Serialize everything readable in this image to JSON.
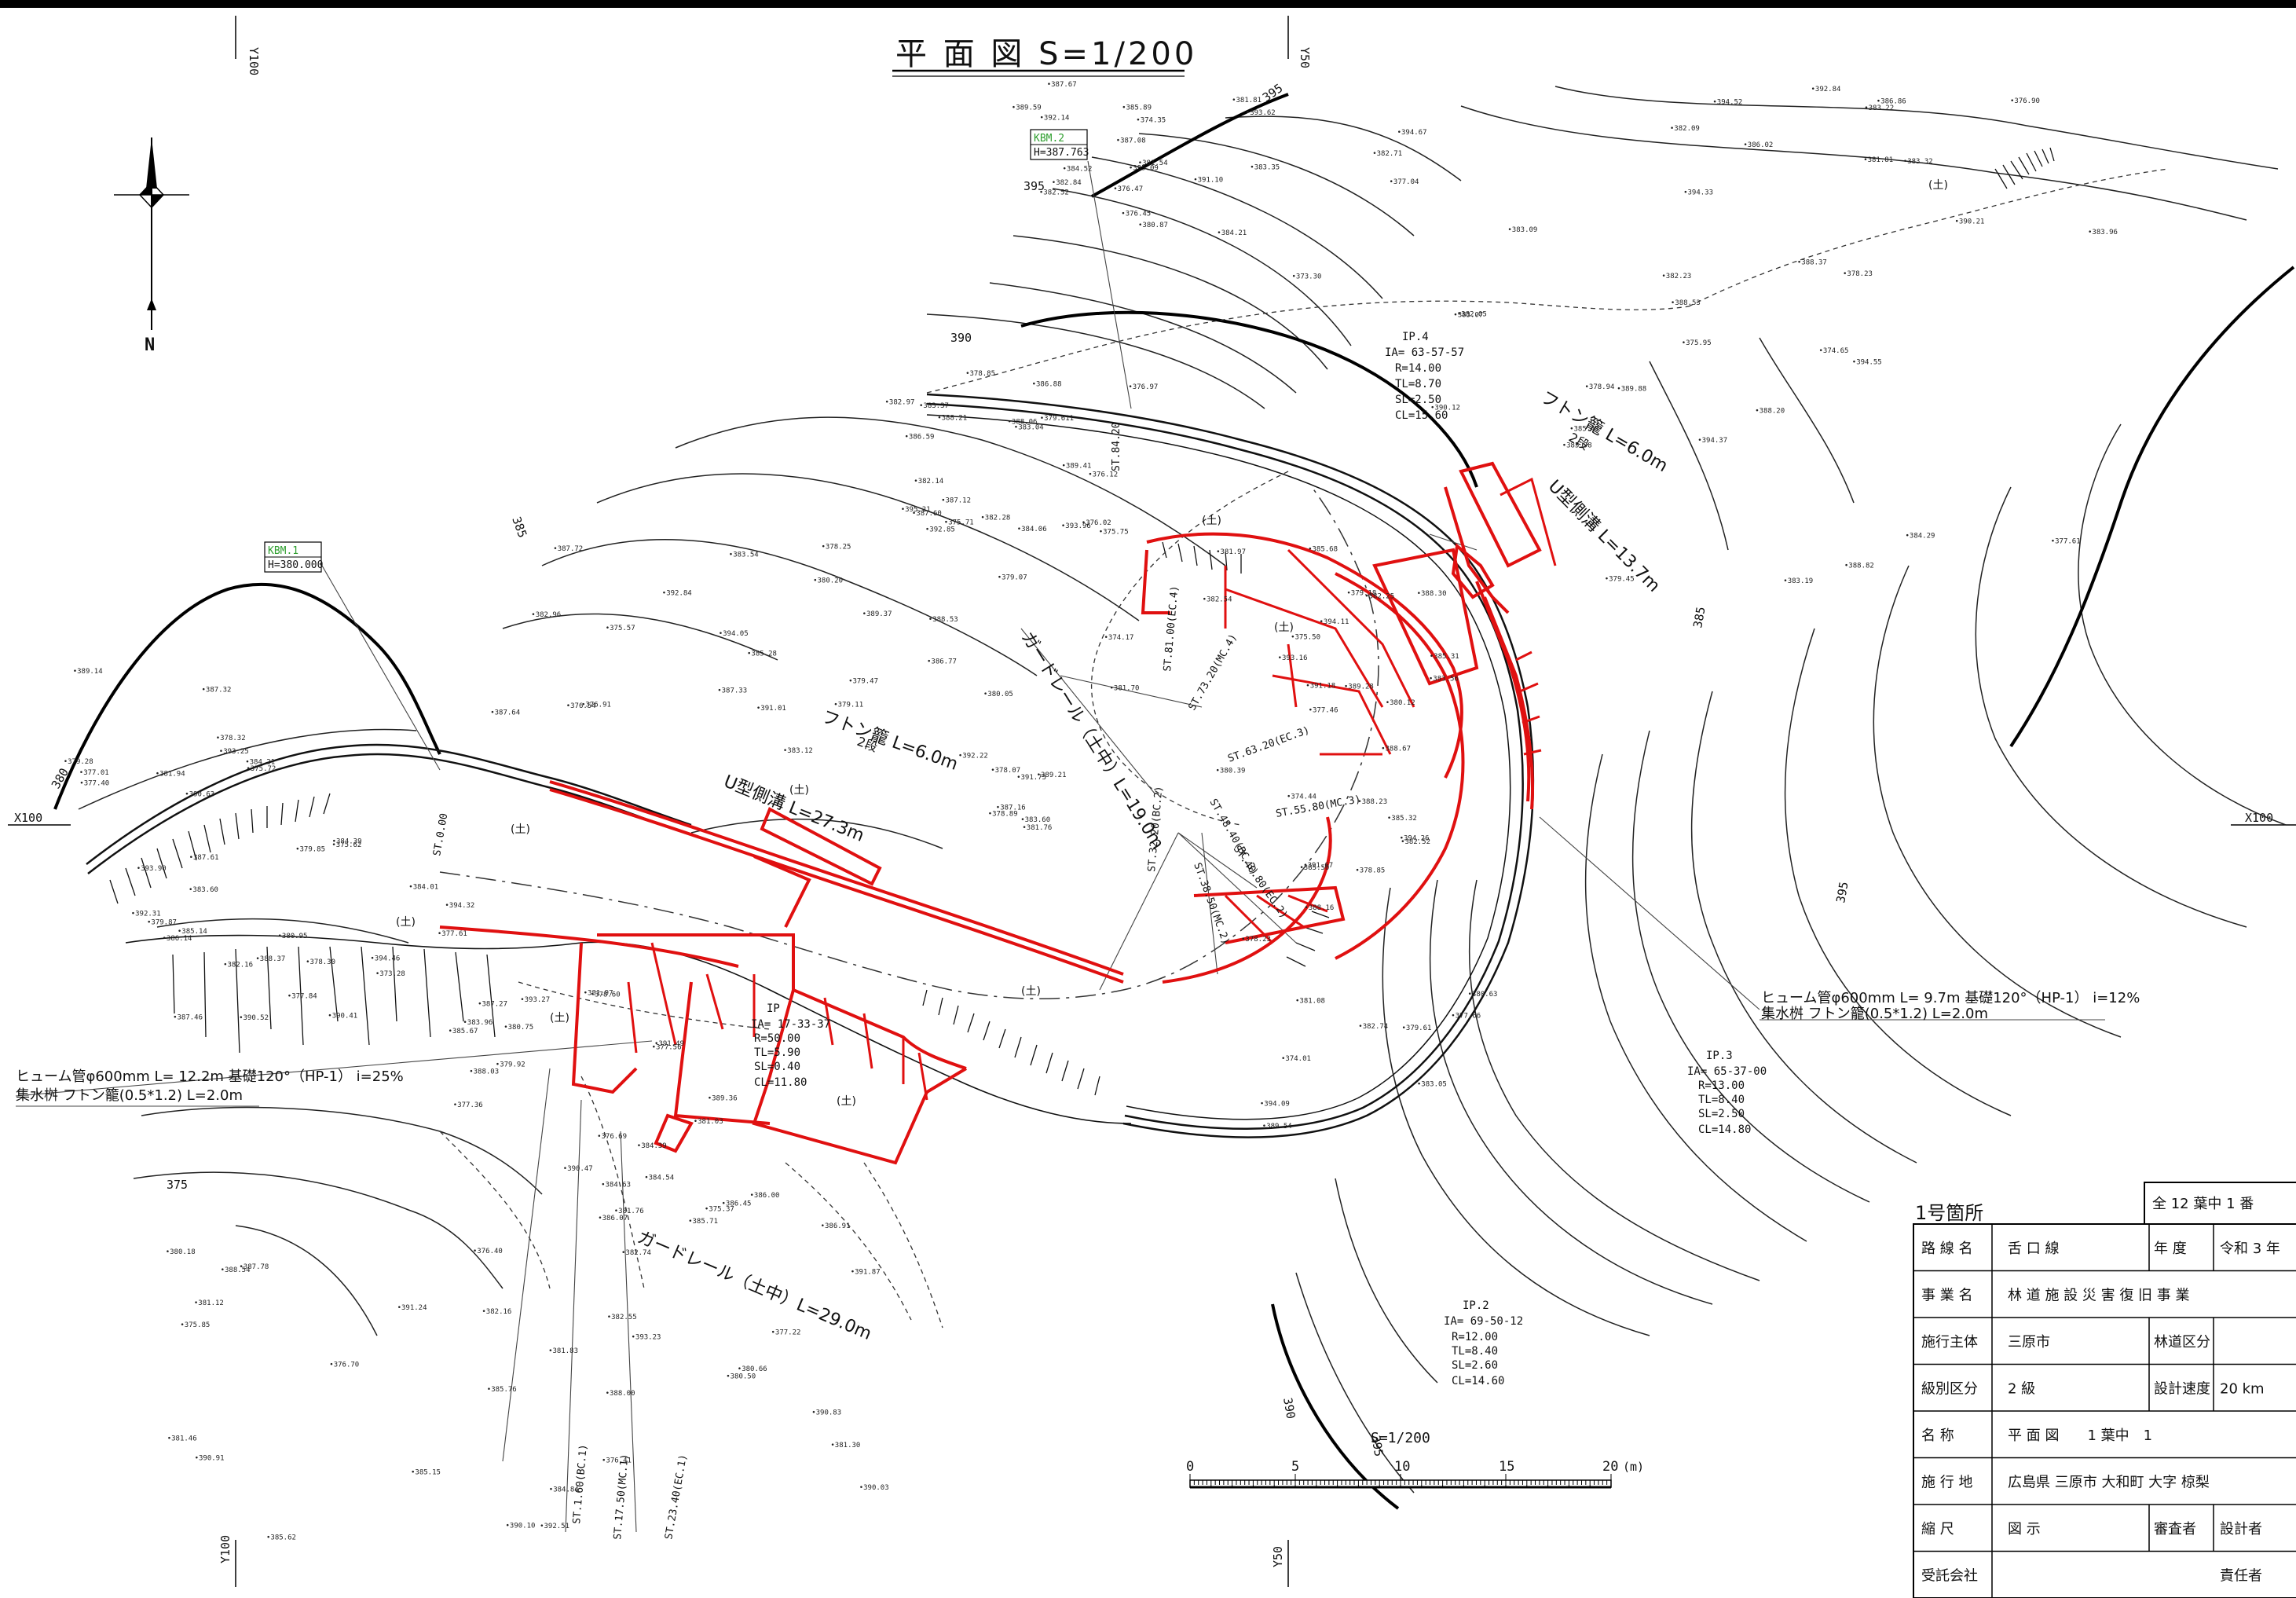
{
  "title": "平 面 図 S=1/200",
  "north": "N",
  "grid": {
    "y100_top": "Y100",
    "y50_top": "Y50",
    "y100_bottom": "Y100",
    "y50_bottom": "Y50",
    "x100_left": "X100",
    "x100_right": "X100"
  },
  "benchmarks": [
    {
      "id": "KBM.2",
      "h": "H=387.763"
    },
    {
      "id": "KBM.1",
      "h": "H=380.000"
    }
  ],
  "contour_labels": [
    "395",
    "390",
    "385",
    "380",
    "375",
    "395",
    "390",
    "395",
    "395",
    "385"
  ],
  "ip_data": [
    {
      "name": "IP.4",
      "lines": [
        "IP.4",
        "IA= 63-57-57",
        "R=14.00",
        "TL=8.70",
        "SL=2.50",
        "CL=15.60"
      ]
    },
    {
      "name": "IP.3",
      "lines": [
        "IP.3",
        "IA= 65-37-00",
        "R=13.00",
        "TL=8.40",
        "SL=2.50",
        "CL=14.80"
      ]
    },
    {
      "name": "IP.2",
      "lines": [
        "IP.2",
        "IA= 69-50-12",
        "R=12.00",
        "TL=8.40",
        "SL=2.60",
        "CL=14.60"
      ]
    },
    {
      "name": "IP",
      "lines": [
        "IP",
        "IA= 17-33-37",
        "R=50.00",
        "TL=5.90",
        "SL=0.40",
        "CL=11.80"
      ]
    }
  ],
  "annotations": {
    "futon_1": "フトン籠 L=6.0m",
    "futon_1_sub": "2段",
    "u_ditch_1": "U型側溝 L=27.3m",
    "guardrail_1": "ガードレール（土中）L=19.0m",
    "futon_2": "フトン籠 L=6.0m",
    "futon_2_sub": "2段",
    "u_ditch_2": "U型側溝 L=13.7m",
    "guardrail_2": "ガードレール（土中）L=29.0m",
    "pipe_right_1": "ヒューム管φ600mm L= 9.7m 基礎120°（HP-1） i=12%",
    "pipe_right_2": "集水桝 フトン籠(0.5*1.2) L=2.0m",
    "pipe_left_1": "ヒューム管φ600mm L= 12.2m 基礎120°（HP-1） i=25%",
    "pipe_left_2": "集水桝 フトン籠(0.5*1.2) L=2.0m",
    "soil": "(土)"
  },
  "stations": [
    "ST.0.00",
    "ST.81.00(EC.4)",
    "ST.73.20(MC.4)",
    "ST.63.20(EC.3)",
    "ST.55.80(MC.3)",
    "ST.48.40(BC.3)",
    "ST.40.80(EC.2)",
    "ST.38.50(MC.2)",
    "ST.32.20(BC.2)",
    "ST.1.60(BC.1)",
    "ST.17.50(MC.1)",
    "ST.23.40(EC.1)",
    "ST.84.20"
  ],
  "spot_heights": [
    "395.09",
    "394.67",
    "394.37",
    "395.21",
    "394.05",
    "393.90",
    "393.96",
    "394.11",
    "394.26",
    "394.46",
    "393.27",
    "392.51",
    "393.23",
    "393.62",
    "394.33",
    "394.55",
    "392.85",
    "392.84",
    "393.25",
    "392.22",
    "393.16",
    "394.09",
    "390.52",
    "391.49",
    "391.24",
    "390.83",
    "392.14",
    "394.52",
    "390.12",
    "389.41",
    "389.37",
    "390.63",
    "391.75",
    "391.18",
    "391.67",
    "394.32",
    "390.47",
    "390.10",
    "390.03",
    "391.10",
    "392.84",
    "389.88",
    "388.21",
    "391.01",
    "392.31",
    "388.53",
    "389.28",
    "389.54",
    "390.41",
    "389.36",
    "390.91",
    "391.87",
    "389.59",
    "390.21",
    "388.82",
    "387.12",
    "387.72",
    "389.14",
    "389.21",
    "388.30",
    "388.23",
    "388.37",
    "388.03",
    "387.78",
    "386.91",
    "387.67",
    "386.86",
    "388.53",
    "388.06",
    "387.64",
    "387.61",
    "387.16",
    "388.67",
    "388.16",
    "387.46",
    "387.27",
    "388.54",
    "388.00",
    "387.08",
    "388.37",
    "388.20",
    "387.60",
    "385.28",
    "384.39",
    "383.60",
    "383.56",
    "382.74",
    "383.96",
    "385.71",
    "385.15",
    "386.45",
    "383.35",
    "383.32",
    "384.29",
    "383.04",
    "379.11",
    "379.28",
    "381.76",
    "382.25",
    "382.52",
    "382.16",
    "381.97",
    "381.83",
    "382.55",
    "382.84",
    "383.09",
    "379.45",
    "379.611",
    "380.20",
    "381.94",
    "381.70",
    "382.54",
    "378.85",
    "378.30",
    "378.60",
    "381.46",
    "380.50",
    "381.81",
    "382.09",
    "382.23",
    "382.14",
    "378.25",
    "378.32",
    "379.07",
    "380.12",
    "381.08",
    "380.75",
    "381.76",
    "382.16",
    "382.74",
    "382.52",
    "378.23",
    "378.94",
    "378.85",
    "379.47",
    "379.85",
    "380.05",
    "380.39",
    "380.63",
    "380.95",
    "381.03",
    "381.12",
    "381.30",
    "381.54",
    "381.81",
    "382.05",
    "382.28",
    "383.12",
    "383.60",
    "384.06",
    "385.31",
    "385.50",
    "386.14",
    "386.07",
    "385.76",
    "386.00",
    "385.89",
    "386.02",
    "385.98",
    "386.88",
    "387.33",
    "387.32",
    "386.77",
    "385.68",
    "385.32",
    "385.14",
    "384.39",
    "384.84",
    "384.54",
    "384.21",
    "383.96",
    "383.19",
    "382.97",
    "383.54",
    "384.21",
    "378.89",
    "379.18",
    "379.61",
    "379.87",
    "379.92",
    "380.18",
    "380.66",
    "380.87",
    "382.71",
    "383.07",
    "383.37",
    "382.96",
    "377.01",
    "378.07",
    "377.46",
    "377.66",
    "377.84",
    "377.56",
    "376.40",
    "377.22",
    "376.45",
    "377.04",
    "375.95",
    "376.12",
    "376.54",
    "377.40",
    "376.02",
    "375.50",
    "378.23",
    "377.61",
    "377.36",
    "376.70",
    "376.41",
    "376.47",
    "376.90",
    "377.61",
    "376.97",
    "375.57",
    "375.62",
    "374.17",
    "374.44",
    "374.01",
    "373.28",
    "376.69",
    "375.85",
    "375.37",
    "374.35",
    "373.30",
    "374.65",
    "375.71",
    "376.91",
    "375.72",
    "375.75",
    "381.97",
    "383.05",
    "384.01",
    "385.67",
    "385.62",
    "384.63",
    "384.52",
    "383.22",
    "385.47",
    "386.59"
  ],
  "scale_bar": {
    "title": "S=1/200",
    "ticks": [
      "0",
      "5",
      "10",
      "15",
      "20"
    ],
    "unit": "(m)"
  },
  "title_block": {
    "site": "1号箇所",
    "sheet_count": "全 12 葉中 1 番",
    "rows": [
      {
        "k": "路 線 名",
        "v": "舌 口 線",
        "k2": "年 度",
        "v2": "令和 3 年"
      },
      {
        "k": "事 業 名",
        "v": "林 道 施 設 災 害 復 旧 事 業",
        "k2": "",
        "v2": ""
      },
      {
        "k": "施行主体",
        "v": "三原市",
        "k2": "林道区分",
        "v2": ""
      },
      {
        "k": "級別区分",
        "v": "2 級",
        "k2": "設計速度",
        "v2": "20 km"
      },
      {
        "k": "名 称",
        "v": "平 面 図　　1 葉中　1",
        "k2": "",
        "v2": ""
      },
      {
        "k": "施 行 地",
        "v": "広島県 三原市 大和町 大字 椋梨",
        "k2": "",
        "v2": ""
      },
      {
        "k": "縮 尺",
        "v": "図 示",
        "k2": "審査者",
        "v2": "設計者"
      },
      {
        "k": "受託会社",
        "v": "",
        "k2": "",
        "v2": "責任者"
      }
    ]
  }
}
